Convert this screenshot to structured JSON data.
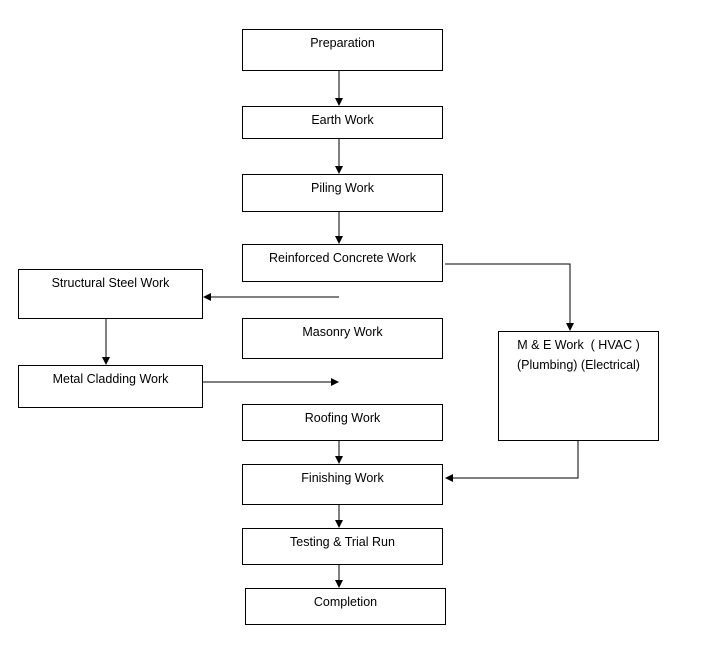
{
  "diagram": {
    "nodes": {
      "preparation": "Preparation",
      "earth_work": "Earth Work",
      "piling_work": "Piling Work",
      "reinforced_concrete_work": "Reinforced Concrete Work",
      "structural_steel_work": "Structural Steel Work",
      "masonry_work": "Masonry Work",
      "metal_cladding_work": "Metal Cladding Work",
      "me_work_line1": "M & E Work  ( HVAC )",
      "me_work_line2": "(Plumbing) (Electrical)",
      "roofing_work": "Roofing Work",
      "finishing_work": "Finishing Work",
      "testing_trial_run": "Testing & Trial Run",
      "completion": "Completion"
    },
    "colors": {
      "stroke": "#000000",
      "background": "#ffffff"
    }
  }
}
